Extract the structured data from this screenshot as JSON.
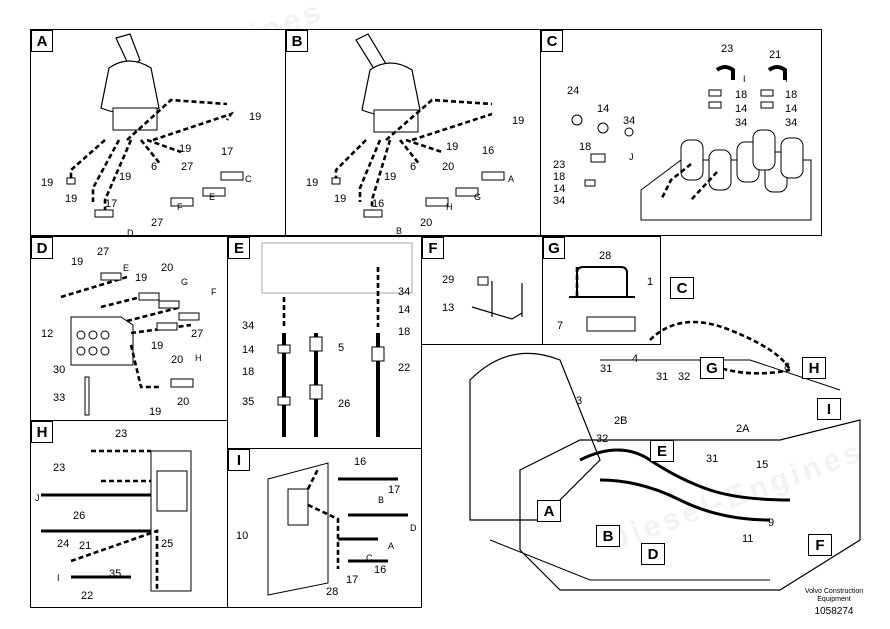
{
  "panels": {
    "A": {
      "letter": "A",
      "labels": [
        "19",
        "19",
        "17",
        "6",
        "27",
        "19",
        "19",
        "17",
        "27",
        "C",
        "E",
        "F",
        "D",
        "19"
      ]
    },
    "B": {
      "letter": "B",
      "labels": [
        "19",
        "19",
        "16",
        "6",
        "20",
        "19",
        "19",
        "16",
        "20",
        "A",
        "G",
        "H",
        "B",
        "19"
      ]
    },
    "C": {
      "letter": "C",
      "labels": [
        "23",
        "21",
        "I",
        "I",
        "18",
        "14",
        "34",
        "18",
        "14",
        "34",
        "24",
        "14",
        "34",
        "J",
        "18",
        "23",
        "18",
        "14",
        "34"
      ]
    },
    "D": {
      "letter": "D",
      "labels": [
        "19",
        "27",
        "E",
        "19",
        "20",
        "G",
        "F",
        "27",
        "12",
        "19",
        "20",
        "H",
        "30",
        "33",
        "19",
        "20"
      ]
    },
    "E": {
      "letter": "E",
      "labels": [
        "34",
        "14",
        "18",
        "35",
        "5",
        "26",
        "34",
        "14",
        "18",
        "22"
      ]
    },
    "F": {
      "letter": "F",
      "labels": [
        "29",
        "13"
      ]
    },
    "G": {
      "letter": "G",
      "labels": [
        "28",
        "1",
        "7"
      ]
    },
    "H": {
      "letter": "H",
      "labels": [
        "23",
        "23",
        "J",
        "26",
        "24",
        "21",
        "25",
        "35",
        "22",
        "I"
      ]
    },
    "I": {
      "letter": "I",
      "labels": [
        "16",
        "B",
        "17",
        "D",
        "10",
        "A",
        "C",
        "17",
        "16",
        "28"
      ]
    }
  },
  "overview": {
    "callouts": [
      "C",
      "G",
      "H",
      "I",
      "E",
      "A",
      "B",
      "D",
      "F"
    ],
    "numbers": [
      "4",
      "31",
      "31",
      "32",
      "8",
      "3",
      "2B",
      "32",
      "2A",
      "31",
      "15",
      "9",
      "11"
    ]
  },
  "footer": {
    "brand": "Volvo Construction Equipment",
    "id": "1058274"
  },
  "watermark": "Diesel-Engines"
}
